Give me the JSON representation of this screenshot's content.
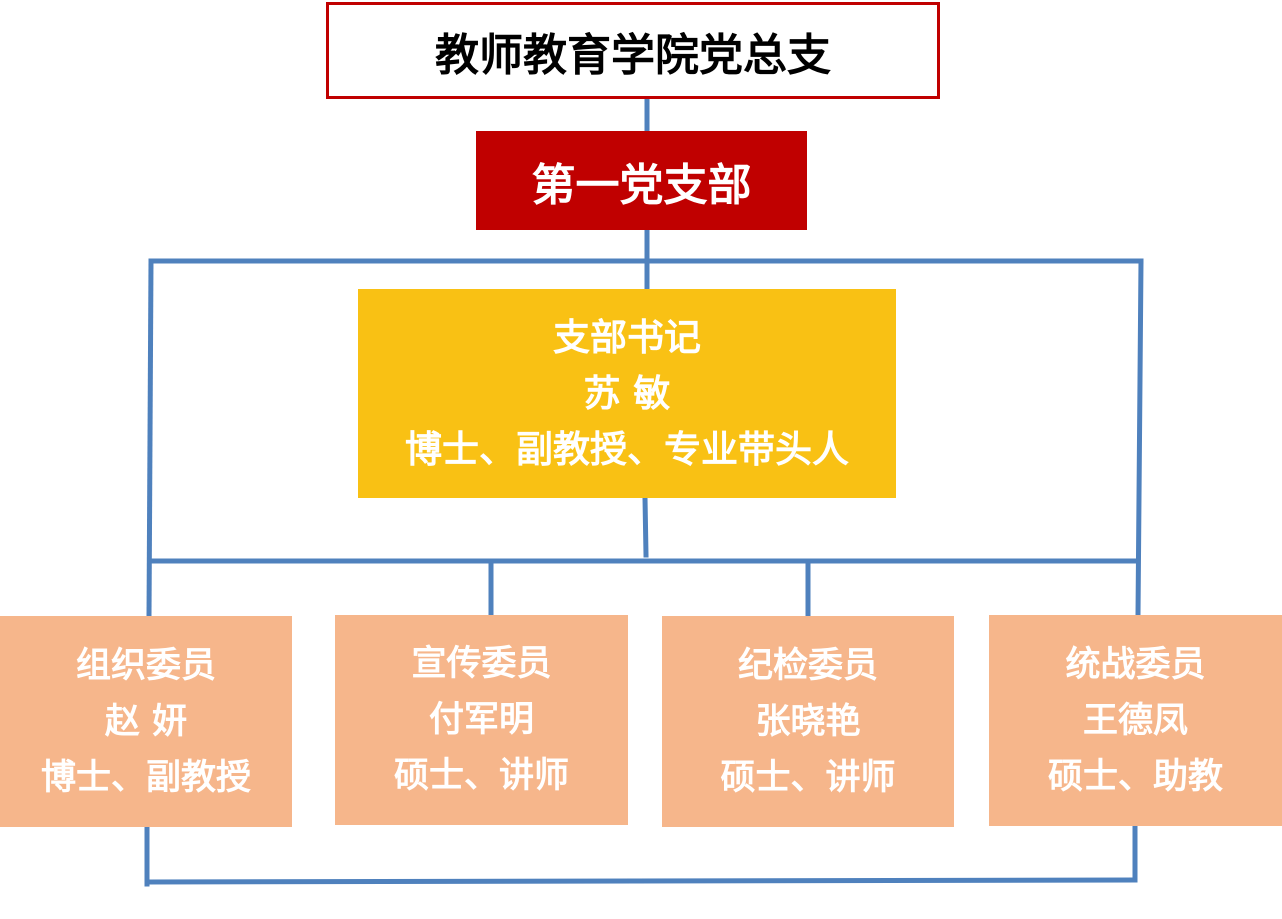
{
  "colors": {
    "connector": "#4f81bd",
    "party_red": "#c00000",
    "secretary_gold": "#f9c114",
    "member_peach": "#f6b68b"
  },
  "root": {
    "title": "教师教育学院党总支"
  },
  "branch": {
    "title": "第一党支部"
  },
  "secretary": {
    "role": "支部书记",
    "name": "苏 敏",
    "credentials": "博士、副教授、专业带头人"
  },
  "members": [
    {
      "role": "组织委员",
      "name": "赵 妍",
      "credentials": "博士、副教授"
    },
    {
      "role": "宣传委员",
      "name": "付军明",
      "credentials": "硕士、讲师"
    },
    {
      "role": "纪检委员",
      "name": "张晓艳",
      "credentials": "硕士、讲师"
    },
    {
      "role": "统战委员",
      "name": "王德凤",
      "credentials": "硕士、助教"
    }
  ]
}
